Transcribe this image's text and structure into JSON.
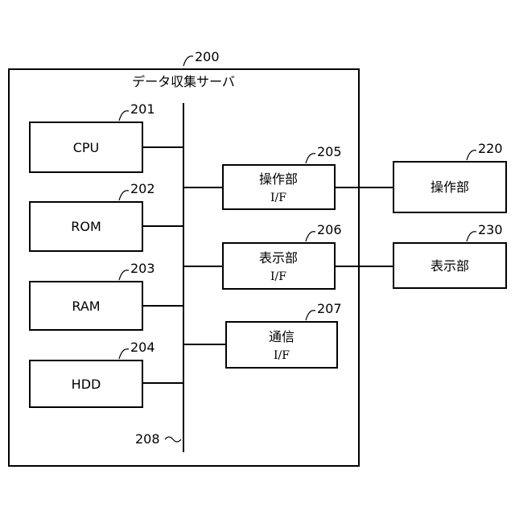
{
  "server": {
    "ref": "200",
    "title": "データ収集サーバ"
  },
  "cpu": {
    "ref": "201",
    "label": "CPU"
  },
  "rom": {
    "ref": "202",
    "label": "ROM"
  },
  "ram": {
    "ref": "203",
    "label": "RAM"
  },
  "hdd": {
    "ref": "204",
    "label": "HDD"
  },
  "op_if": {
    "ref": "205",
    "label": "操作部",
    "sub": "I/F"
  },
  "disp_if": {
    "ref": "206",
    "label": "表示部",
    "sub": "I/F"
  },
  "comm_if": {
    "ref": "207",
    "label": "通信",
    "sub": "I/F"
  },
  "bus": {
    "ref": "208"
  },
  "op_unit": {
    "ref": "220",
    "label": "操作部"
  },
  "disp_unit": {
    "ref": "230",
    "label": "表示部"
  }
}
